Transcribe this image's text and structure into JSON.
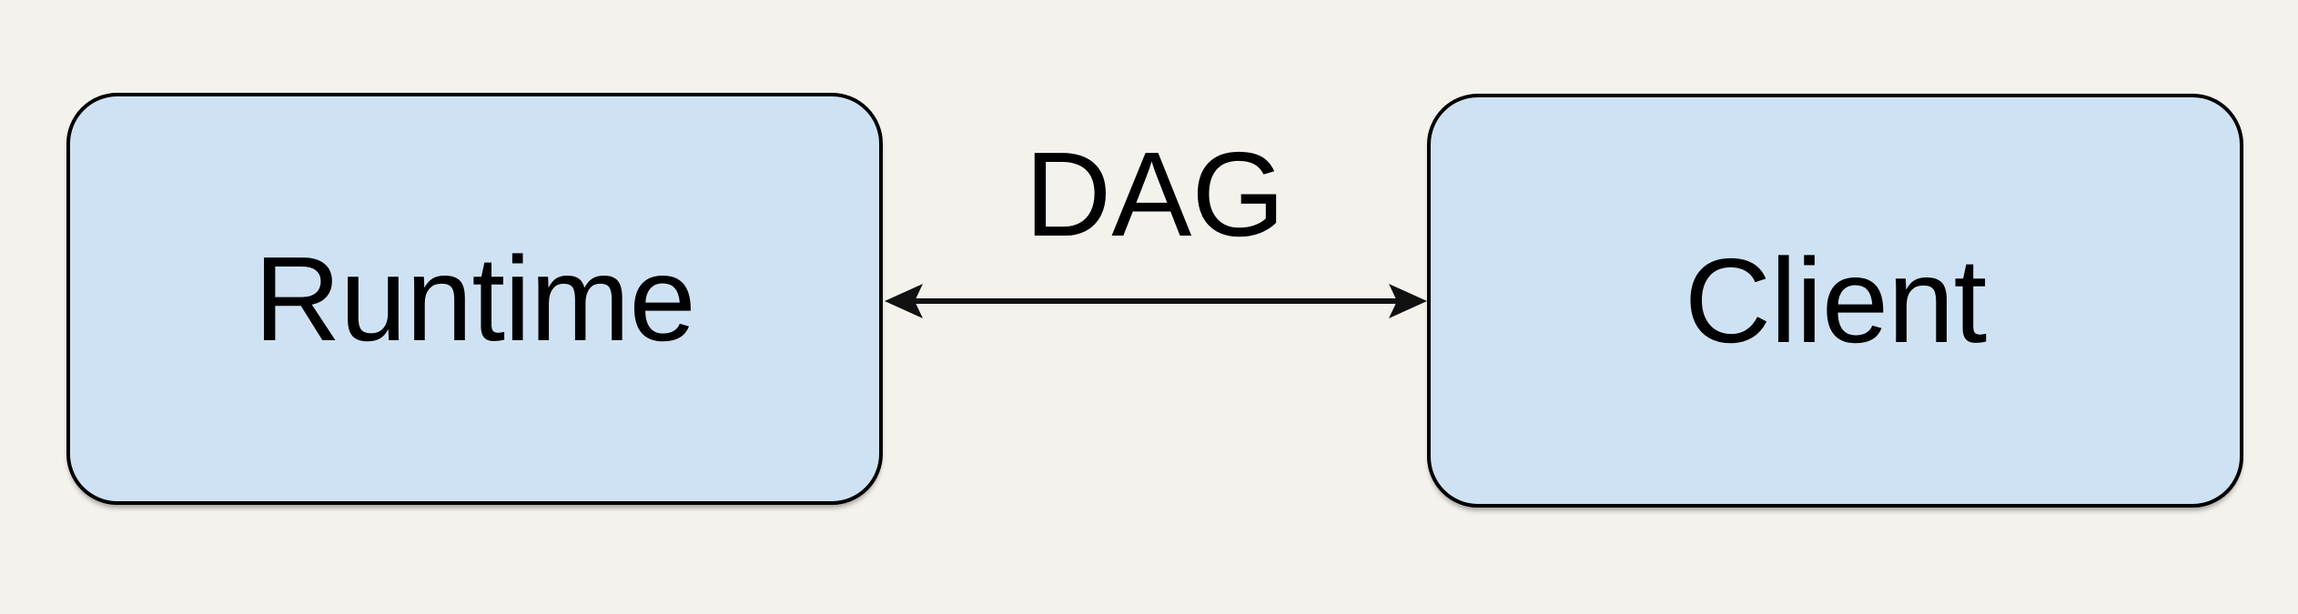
{
  "diagram": {
    "background_color": "#f4f2ed",
    "nodes": [
      {
        "id": "runtime",
        "label": "Runtime",
        "fill": "#cfe2f3",
        "border_color": "#000000"
      },
      {
        "id": "client",
        "label": "Client",
        "fill": "#cfe2f3",
        "border_color": "#000000"
      }
    ],
    "edge": {
      "label": "DAG",
      "type": "bidirectional-arrow",
      "from": "runtime",
      "to": "client",
      "color": "#111111"
    }
  }
}
